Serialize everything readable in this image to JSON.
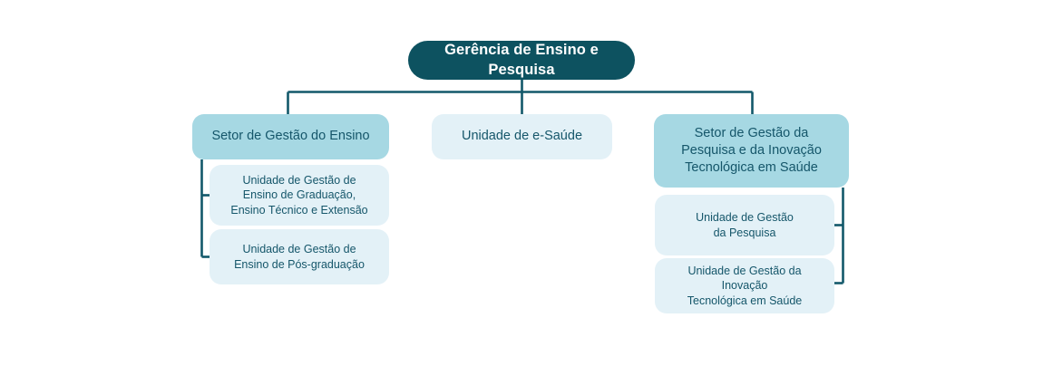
{
  "diagram": {
    "title": "Gerência de Ensino e Pesquisa",
    "type": "organizational-chart",
    "colors": {
      "root_background": "#0d5260",
      "root_text": "#ffffff",
      "level2_strong_background": "#a6d8e3",
      "level2_soft_background": "#e3f1f7",
      "level3_background": "#e3f1f7",
      "node_text": "#15566a",
      "connector": "#12586a",
      "page_background": "#ffffff"
    },
    "root": {
      "label": "Gerência de Ensino e Pesquisa"
    },
    "level2": [
      {
        "label": "Setor de Gestão do Ensino"
      },
      {
        "label": "Unidade de e-Saúde"
      },
      {
        "label": "Setor de Gestão da\nPesquisa e da Inovação\nTecnológica em Saúde"
      }
    ],
    "ensino_children": [
      {
        "label": "Unidade de Gestão de\nEnsino de Graduação,\nEnsino Técnico e Extensão"
      },
      {
        "label": "Unidade de Gestão de\nEnsino de Pós-graduação"
      }
    ],
    "pesquisa_children": [
      {
        "label": "Unidade de Gestão\nda Pesquisa"
      },
      {
        "label": "Unidade de Gestão da Inovação\nTecnológica em Saúde"
      }
    ]
  }
}
